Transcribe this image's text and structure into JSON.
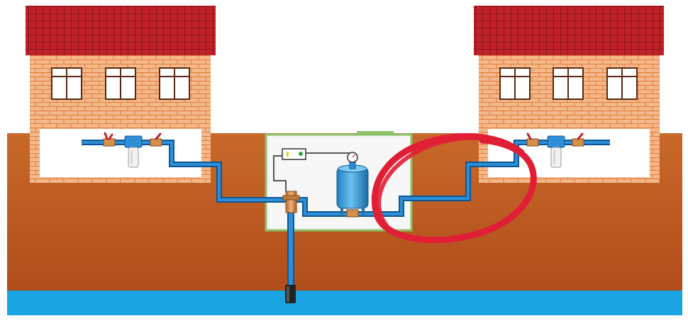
{
  "diagram": {
    "houses": [
      {
        "id": "left"
      },
      {
        "id": "right"
      }
    ],
    "colors": {
      "soil_top": "#c8692a",
      "soil_bottom": "#b4541f",
      "water_layer": "#19a3e0",
      "brick": "#f4b98a",
      "brick_mortar": "#e07a3a",
      "roof": "#c0222a",
      "roof_dark": "#8f151b",
      "basement": "#ffffff",
      "pipe": "#2e8fd6",
      "pipe_edge": "#0c5796",
      "caisson_fill": "#f7f7f7",
      "caisson_border": "#8cc26a",
      "casing": "#d88f4a",
      "tank": "#3aa0dd",
      "highlight_circle": "#e01e35"
    },
    "components": {
      "caisson": {
        "name": "caisson"
      },
      "pressure_tank": {
        "name": "pressure-tank"
      },
      "pressure_gauge": {
        "name": "pressure-gauge"
      },
      "control_box": {
        "name": "control-box"
      },
      "submersible_pump": {
        "name": "submersible-pump"
      },
      "filters": [
        {
          "name": "left-filter"
        },
        {
          "name": "right-filter"
        }
      ],
      "valves": [
        {
          "name": "valve"
        },
        {
          "name": "valve"
        },
        {
          "name": "valve"
        },
        {
          "name": "valve"
        }
      ]
    },
    "annotation": {
      "type": "highlight-ellipse",
      "target": "right-supply-pipe"
    }
  }
}
